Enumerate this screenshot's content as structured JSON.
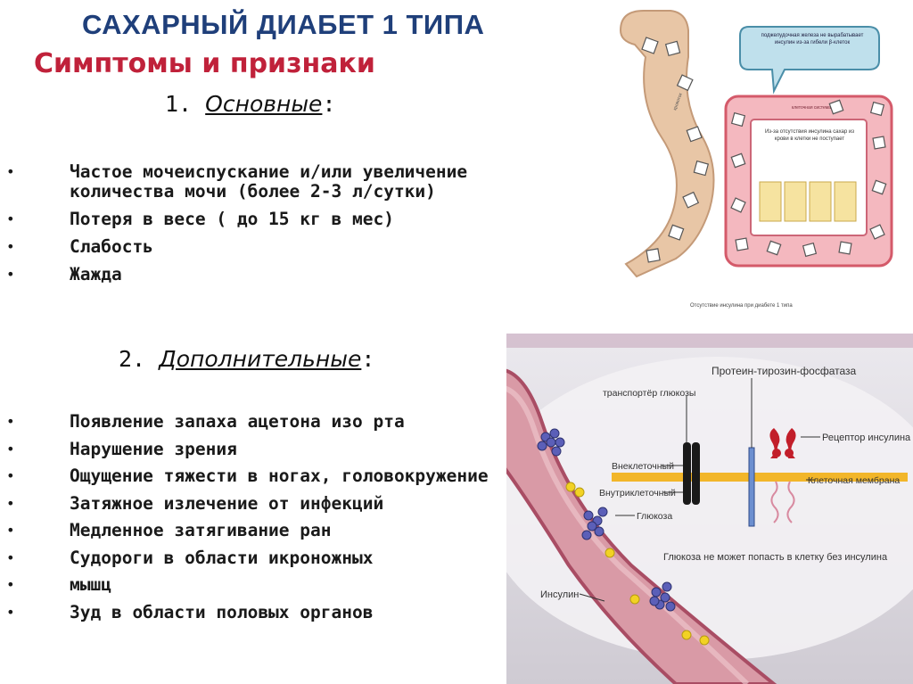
{
  "header": {
    "title": "САХАРНЫЙ ДИАБЕТ 1 ТИПА",
    "subtitle": "Симптомы и признаки"
  },
  "section1": {
    "number": "1.",
    "title": "Основные",
    "colon": ":"
  },
  "main_symptoms": [
    "Частое мочеиспускание и/или увеличение количества мочи (более 2-3 л/сутки)",
    "Потеря в весе ( до 15 кг в мес)",
    "Слабость",
    "Жажда"
  ],
  "section2": {
    "number": "2.",
    "title": "Дополнительные",
    "colon": ":"
  },
  "additional_symptoms": [
    "Появление запаха ацетона изо рта",
    "Нарушение зрения",
    "Ощущение тяжести в ногах, головокружение",
    "Затяжное излечение от инфекций",
    "Медленное затягивание ран",
    "Судороги в области икроножных",
    "мышц",
    "Зуд в области половых органов"
  ],
  "figure1": {
    "bubble_text": "поджелудочная железа не вырабатывает инсулин из-за гибели β-клеток",
    "center_text": "Из-за отсутствия инсулина сахар из крови в клетки не поступает",
    "membrane_text": "клеточная система",
    "vessel_text": "кровоток",
    "caption": "Отсутствие инсулина при диабете 1 типа"
  },
  "figure2": {
    "phosphatase": "Протеин-тирозин-фосфатаза",
    "transporter": "транспортёр глюкозы",
    "receptor": "Рецептор инсулина",
    "extracellular": "Внеклеточный",
    "intracellular": "Внутриклеточный",
    "membrane": "Клеточная мембрана",
    "glucose": "Глюкоза",
    "no_entry": "Глюкоза не может попасть в клетку без инсулина",
    "insulin": "Инсулин"
  },
  "bullet_char": "•"
}
